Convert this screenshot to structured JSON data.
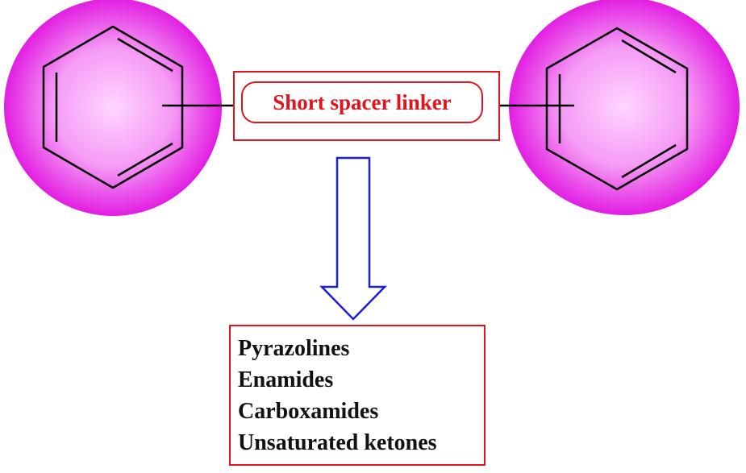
{
  "diagram": {
    "linker_label": "Short spacer linker",
    "result_items": [
      "Pyrazolines",
      "Enamides",
      "Carboxamides",
      "Unsaturated ketones"
    ],
    "colors": {
      "sphere_center": "#ffd6ff",
      "sphere_edge": "#e21ee2",
      "box_border": "#e0141c",
      "arrow": "#1c1cdc",
      "bond": "#000000"
    },
    "icons": [
      "benzene-ring-icon",
      "down-arrow-icon"
    ]
  }
}
